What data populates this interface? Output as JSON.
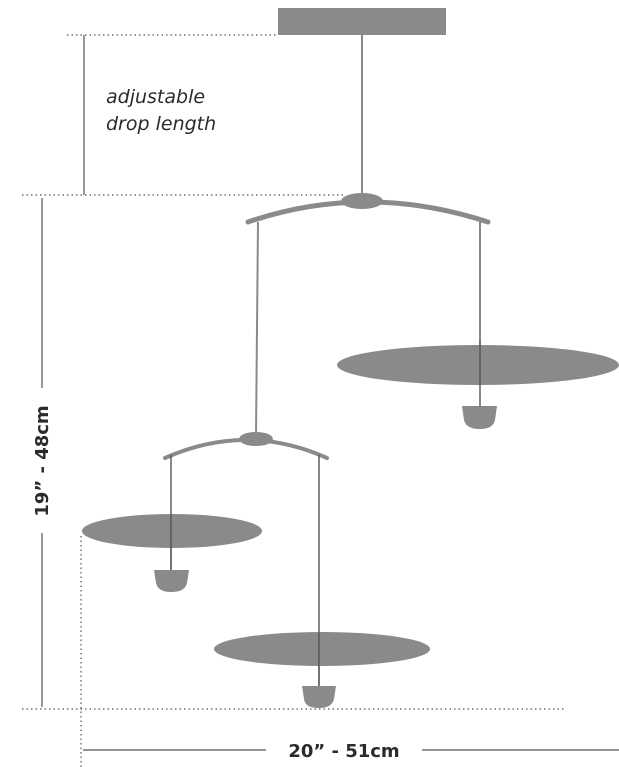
{
  "colors": {
    "fixture": "#8a8a8a",
    "dimension_line": "#555555",
    "text": "#2b2b2b"
  },
  "note": {
    "line1": "adjustable",
    "line2": "drop length"
  },
  "dimensions": {
    "height": "19” - 48cm",
    "width": "20” - 51cm"
  }
}
